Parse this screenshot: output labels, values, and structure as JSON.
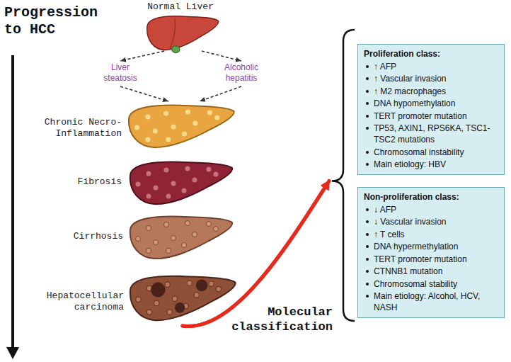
{
  "diagram": {
    "title": "Progression to HCC",
    "nodes": [
      {
        "text": [
          "Normal Liver"
        ]
      },
      {
        "text": [
          "Liver steatosis"
        ]
      },
      {
        "text": [
          "Alcoholic hepatitis"
        ]
      },
      {
        "text": [
          "Chronic Necro-Inflammation"
        ]
      },
      {
        "text": [
          "Fibrosis"
        ]
      },
      {
        "text": [
          "Cirrhosis"
        ]
      },
      {
        "text": [
          "Hepatocellular carcinoma"
        ]
      },
      {
        "text": [
          "Proliferation class:",
          "↑ AFP",
          "↑ Vascular invasion",
          "↑ M2 macrophages",
          "DNA hypomethylation",
          "TERT promoter mutation",
          "TP53, AXIN1, RPS6KA, TSC1-TSC2 mutations",
          "Chromosomal instability",
          "Main etiology: HBV"
        ]
      },
      {
        "text": [
          "Non-proliferation class:",
          "↓ AFP",
          "↓ Vascular invasion",
          "↑ T cells",
          "DNA hypermethylation",
          "TERT promoter mutation",
          "CTNNB1 mutation",
          "Chromosomal stability",
          "Main etiology: Alcohol, HCV, NASH"
        ]
      }
    ],
    "edges": [
      {
        "from": 0,
        "to": 1,
        "arrow": "to"
      },
      {
        "from": 0,
        "to": 2,
        "arrow": "to"
      },
      {
        "from": 1,
        "to": 3,
        "arrow": "to"
      },
      {
        "from": 2,
        "to": 3,
        "arrow": "to"
      },
      {
        "from": 6,
        "to": 7,
        "arrow": "to"
      },
      {
        "from": 6,
        "to": 8,
        "arrow": "to"
      }
    ],
    "labels": [
      "Molecular classification"
    ]
  }
}
